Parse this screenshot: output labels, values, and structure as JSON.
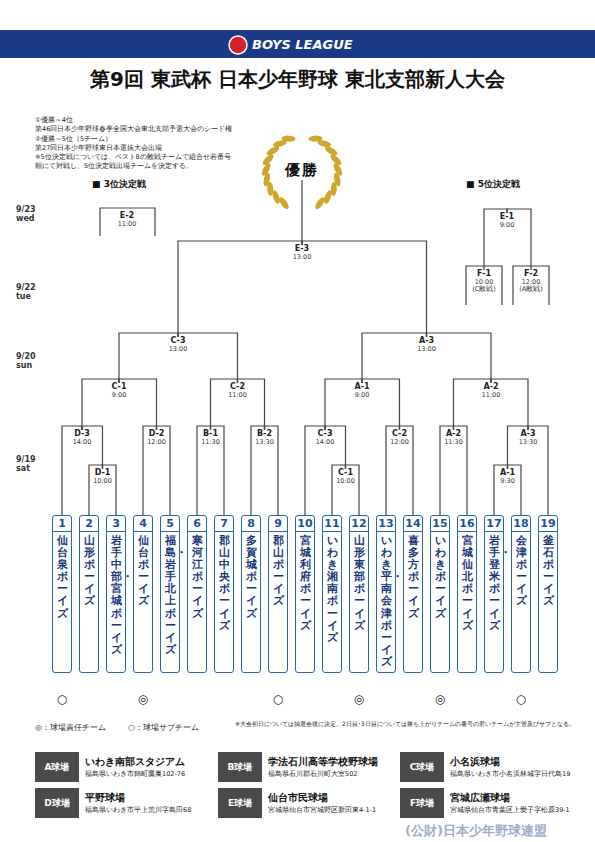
{
  "diagram": {
    "title": "第9回 東武杯 日本少年野球 東北支部新人大会",
    "nodes": [
      {
        "text": [
          "優勝"
        ]
      },
      {
        "text": [
          "E-2",
          "11:00"
        ]
      },
      {
        "text": [
          "E-1",
          "9:00"
        ]
      },
      {
        "text": [
          "E-3",
          "13:00"
        ]
      },
      {
        "text": [
          "F-1",
          "10:00",
          "(C敗戦)"
        ]
      },
      {
        "text": [
          "F-2",
          "12:00",
          "(A敗戦)"
        ]
      },
      {
        "text": [
          "C-3",
          "13:00"
        ]
      },
      {
        "text": [
          "A-3",
          "13:00"
        ]
      },
      {
        "text": [
          "C-1",
          "9:00"
        ]
      },
      {
        "text": [
          "C-2",
          "11:00"
        ]
      },
      {
        "text": [
          "A-1",
          "9:00"
        ]
      },
      {
        "text": [
          "A-2",
          "11:00"
        ]
      },
      {
        "text": [
          "D-3",
          "14:00"
        ]
      },
      {
        "text": [
          "D-2",
          "12:00"
        ]
      },
      {
        "text": [
          "B-1",
          "11:30"
        ]
      },
      {
        "text": [
          "B-2",
          "13:30"
        ]
      },
      {
        "text": [
          "C-3",
          "14:00"
        ]
      },
      {
        "text": [
          "C-2",
          "12:00"
        ]
      },
      {
        "text": [
          "A-2",
          "11:30"
        ]
      },
      {
        "text": [
          "A-3",
          "13:30"
        ]
      },
      {
        "text": [
          "D-1",
          "10:00"
        ]
      },
      {
        "text": [
          "C-1",
          "10:00"
        ]
      },
      {
        "text": [
          "A-1",
          "9:30"
        ]
      },
      {
        "text": [
          "1",
          "仙台泉ボーイズ"
        ]
      },
      {
        "text": [
          "2",
          "山形ボーイズ"
        ]
      },
      {
        "text": [
          "3",
          "岩手中部・宮城ボーイズ"
        ]
      },
      {
        "text": [
          "4",
          "仙台ボーイズ"
        ]
      },
      {
        "text": [
          "5",
          "福島・岩手北上ボーイズ"
        ]
      },
      {
        "text": [
          "6",
          "寒河江ボーイズ"
        ]
      },
      {
        "text": [
          "7",
          "郡山中央ボーイズ"
        ]
      },
      {
        "text": [
          "8",
          "多賀城ボーイズ"
        ]
      },
      {
        "text": [
          "9",
          "郡山ボーイズ"
        ]
      },
      {
        "text": [
          "10",
          "宮城利府ボーイズ"
        ]
      },
      {
        "text": [
          "11",
          "いわき湘南ボーイズ"
        ]
      },
      {
        "text": [
          "12",
          "山形東部ボーイズ"
        ]
      },
      {
        "text": [
          "13",
          "いわき平・南会津ボーイズ"
        ]
      },
      {
        "text": [
          "14",
          "喜多方ボーイズ"
        ]
      },
      {
        "text": [
          "15",
          "いわきボーイズ"
        ]
      },
      {
        "text": [
          "16",
          "宮城仙北ボーイズ"
        ]
      },
      {
        "text": [
          "17",
          "岩手・登米ボーイズ"
        ]
      },
      {
        "text": [
          "18",
          "会津ボーイズ"
        ]
      },
      {
        "text": [
          "19",
          "釜石ボーイズ"
        ]
      },
      {
        "text": [
          "A球場",
          "いわき南部スタジアム",
          "福島県いわき市錦町鷹巣102-76"
        ]
      },
      {
        "text": [
          "B球場",
          "学法石川高等学校野球場",
          "福島県石川郡石川町大室502"
        ]
      },
      {
        "text": [
          "C球場",
          "小名浜球場",
          "福島県いわき市小名浜林城字日代島19"
        ]
      },
      {
        "text": [
          "D球場",
          "平野球場",
          "福島県いわき市平上荒川字島田68"
        ]
      },
      {
        "text": [
          "E球場",
          "仙台市民球場",
          "宮城県仙台市宮城野区新田東4-1-1"
        ]
      },
      {
        "text": [
          "F球場",
          "宮城広瀬球場",
          "宮城県仙台市青葉区上愛子字松原39-1"
        ]
      }
    ],
    "edges": [
      {
        "from": 3,
        "to": 0,
        "arrow": "none"
      },
      {
        "from": 6,
        "to": 3,
        "arrow": "none"
      },
      {
        "from": 7,
        "to": 3,
        "arrow": "none"
      },
      {
        "from": 4,
        "to": 2,
        "arrow": "none"
      },
      {
        "from": 5,
        "to": 2,
        "arrow": "none"
      },
      {
        "from": 8,
        "to": 6,
        "arrow": "none"
      },
      {
        "from": 9,
        "to": 6,
        "arrow": "none"
      },
      {
        "from": 10,
        "to": 7,
        "arrow": "none"
      },
      {
        "from": 11,
        "to": 7,
        "arrow": "none"
      },
      {
        "from": 12,
        "to": 8,
        "arrow": "none"
      },
      {
        "from": 13,
        "to": 8,
        "arrow": "none"
      },
      {
        "from": 14,
        "to": 9,
        "arrow": "none"
      },
      {
        "from": 15,
        "to": 9,
        "arrow": "none"
      },
      {
        "from": 16,
        "to": 10,
        "arrow": "none"
      },
      {
        "from": 17,
        "to": 10,
        "arrow": "none"
      },
      {
        "from": 18,
        "to": 11,
        "arrow": "none"
      },
      {
        "from": 19,
        "to": 11,
        "arrow": "none"
      },
      {
        "from": 23,
        "to": 12,
        "arrow": "none"
      },
      {
        "from": 20,
        "to": 12,
        "arrow": "none"
      },
      {
        "from": 26,
        "to": 13,
        "arrow": "none"
      },
      {
        "from": 27,
        "to": 13,
        "arrow": "none"
      },
      {
        "from": 28,
        "to": 14,
        "arrow": "none"
      },
      {
        "from": 29,
        "to": 14,
        "arrow": "none"
      },
      {
        "from": 30,
        "to": 15,
        "arrow": "none"
      },
      {
        "from": 31,
        "to": 15,
        "arrow": "none"
      },
      {
        "from": 32,
        "to": 16,
        "arrow": "none"
      },
      {
        "from": 21,
        "to": 16,
        "arrow": "none"
      },
      {
        "from": 35,
        "to": 17,
        "arrow": "none"
      },
      {
        "from": 36,
        "to": 17,
        "arrow": "none"
      },
      {
        "from": 37,
        "to": 18,
        "arrow": "none"
      },
      {
        "from": 38,
        "to": 18,
        "arrow": "none"
      },
      {
        "from": 22,
        "to": 19,
        "arrow": "none"
      },
      {
        "from": 41,
        "to": 19,
        "arrow": "none"
      },
      {
        "from": 24,
        "to": 20,
        "arrow": "none"
      },
      {
        "from": 25,
        "to": 20,
        "arrow": "none"
      },
      {
        "from": 33,
        "to": 21,
        "arrow": "none"
      },
      {
        "from": 34,
        "to": 21,
        "arrow": "none"
      },
      {
        "from": 39,
        "to": 22,
        "arrow": "none"
      },
      {
        "from": 40,
        "to": 22,
        "arrow": "none"
      }
    ],
    "labels": [
      "BOYS LEAGUE",
      "①優勝～4位",
      "第46回日本少年野球春季全国大会東北支部予選大会のシード権",
      "②優勝～5位（5チーム）",
      "第27回日本少年野球東日本選抜大会出場",
      "※5位決定戦については、ベスト8の敗戦チームで組合せ若番号順にて対戦し、5位決定戦出場チームを決定する。",
      "■ 3位決定戦",
      "■ 5位決定戦",
      "9/23 wed",
      "9/22 tue",
      "9/20 sun",
      "9/19 sat",
      "○",
      "◎",
      "○",
      "◎",
      "◎",
      "○",
      "◎：球場責任チーム",
      "○：球場サブチーム",
      "※大会初日については抽選会後に決定。2日目･3日目については勝ち上がりチームの番号の若いチームが主管及びサブとなる。",
      "(公財)日本少年野球連盟"
    ]
  }
}
